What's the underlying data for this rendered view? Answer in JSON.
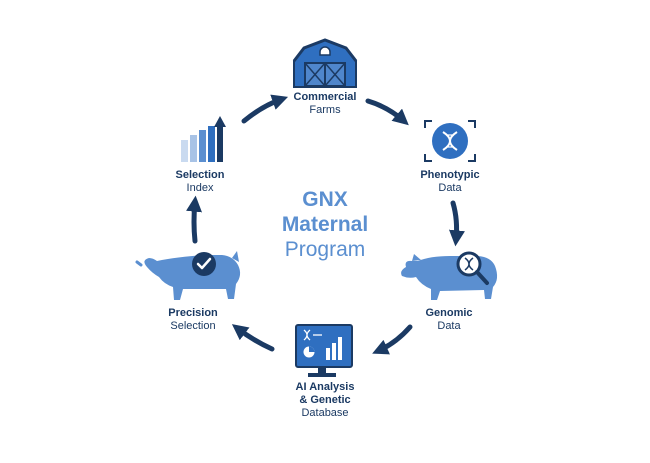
{
  "colors": {
    "navy": "#1b3a63",
    "blue": "#2f6fc0",
    "mid": "#5b8fd0",
    "light": "#a8c3e6",
    "white": "#ffffff"
  },
  "center": {
    "line1": "GNX",
    "line2": "Maternal",
    "line3": "Program"
  },
  "nodes": {
    "commercial": {
      "bold": "Commercial",
      "normal": "Farms",
      "icon": "barn-icon"
    },
    "phenotypic": {
      "bold": "Phenotypic",
      "normal": "Data",
      "icon": "dna-scan-icon"
    },
    "genomic": {
      "bold": "Genomic",
      "normal": "Data",
      "icon": "pig-magnifier-icon"
    },
    "ai": {
      "bold1": "AI Analysis",
      "bold2": "& Genetic",
      "normal": "Database",
      "icon": "computer-chart-icon"
    },
    "precision": {
      "bold": "Precision",
      "normal": "Selection",
      "icon": "pig-checkmark-icon"
    },
    "selection": {
      "bold": "Selection",
      "normal": "Index",
      "icon": "bar-chart-up-icon"
    }
  }
}
